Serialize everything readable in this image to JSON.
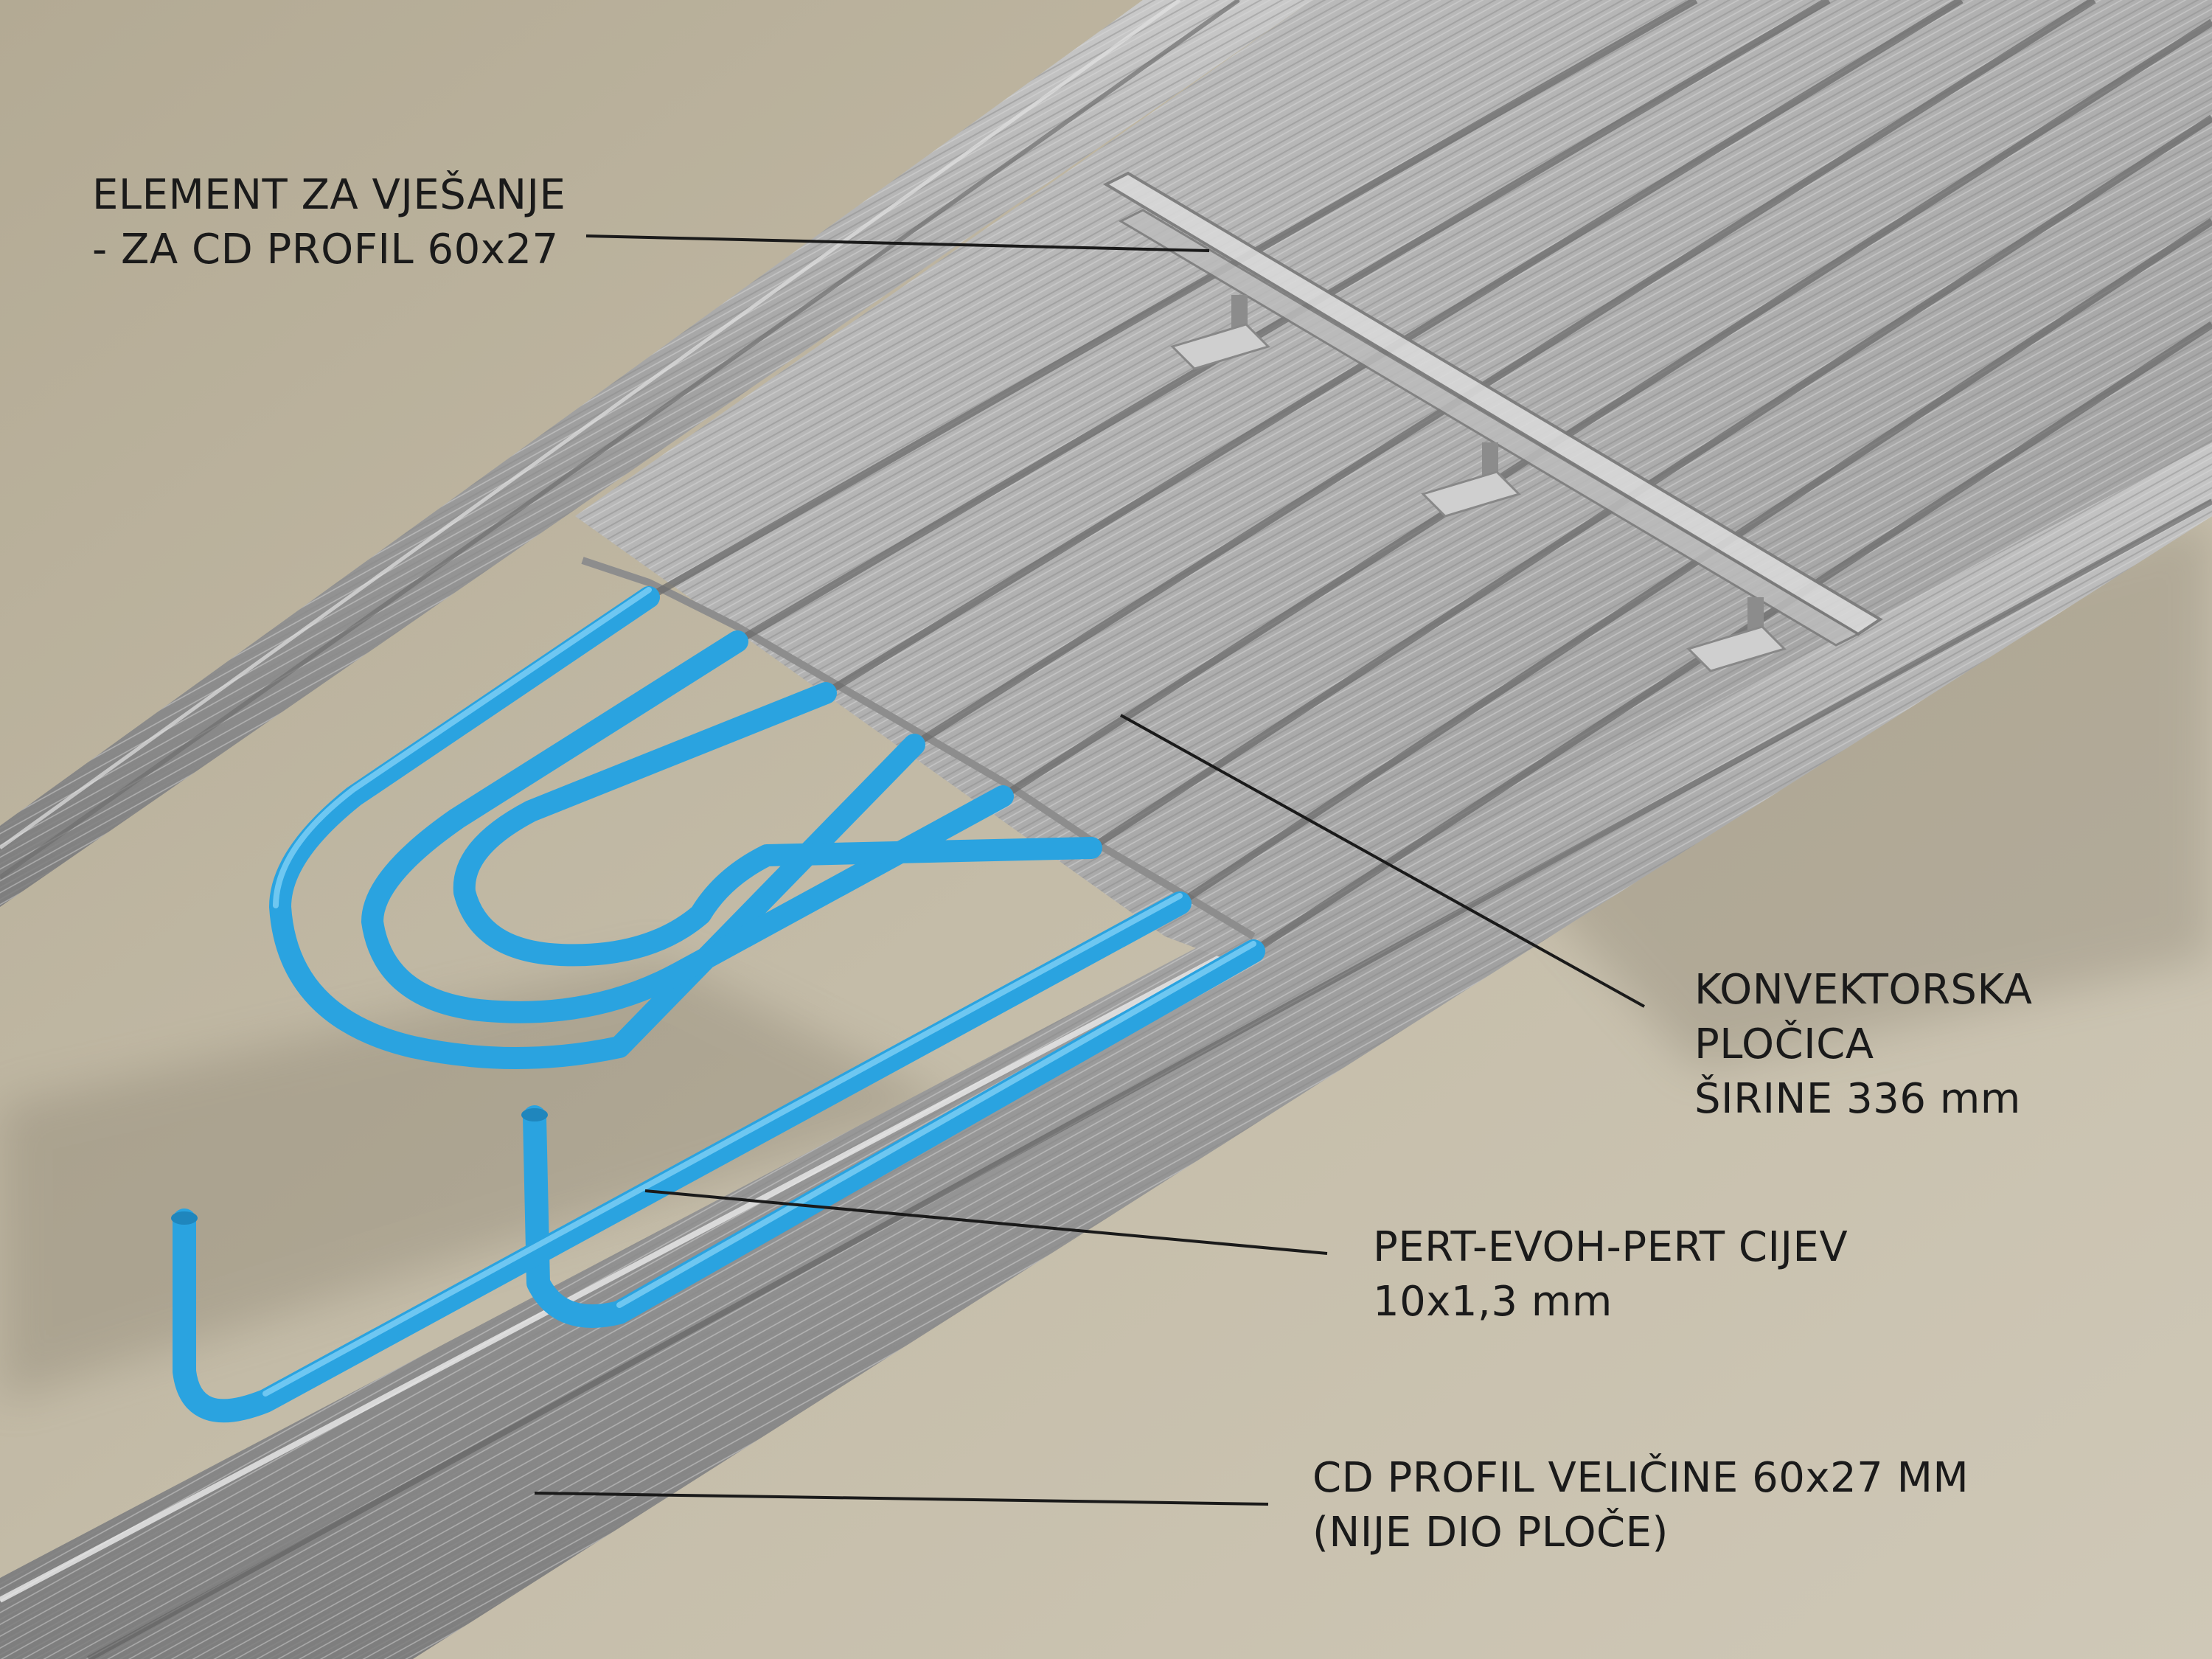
{
  "labels": {
    "hanger": {
      "line1": "ELEMENT ZA VJEŠANJE",
      "line2": "- ZA CD PROFIL 60x27"
    },
    "plate": {
      "line1": "KONVEKTORSKA",
      "line2": "PLOČICA",
      "line3": "ŠIRINE 336 mm"
    },
    "pipe": {
      "line1": "PERT-EVOH-PERT CIJEV",
      "line2": "10x1,3 mm"
    },
    "cd_profile": {
      "line1": "CD PROFIL VELIČINE 60x27 MM",
      "line2": "(NIJE DIO PLOČE)"
    }
  },
  "colors": {
    "background": "#bdb49f",
    "pipe": "#2aa3e0",
    "metal": "#a9a9a9",
    "leader_line": "#1a1a1a"
  }
}
